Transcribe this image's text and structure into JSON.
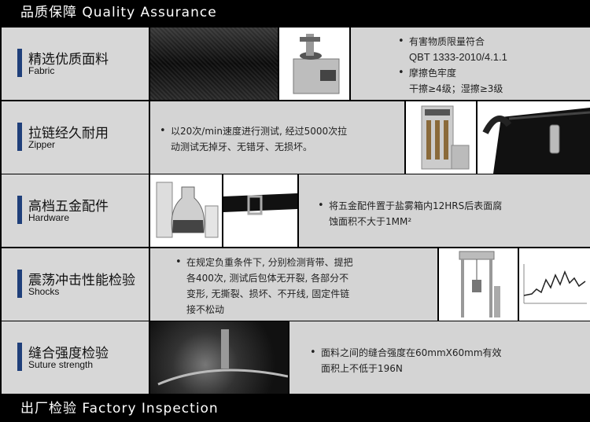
{
  "header": {
    "title": "品质保障  Quality Assurance"
  },
  "footer": {
    "title": "出厂检验  Factory Inspection"
  },
  "rows": [
    {
      "cn": "精选优质面料",
      "en": "Fabric",
      "bullets": [
        "有害物质限量符合",
        "QBT 1333-2010/4.1.1",
        "摩擦色牢度",
        "干擦≥4级；湿擦≥3级"
      ]
    },
    {
      "cn": "拉链经久耐用",
      "en": "Zipper",
      "bullets": [
        "以20次/min速度进行测试, 经过5000次拉",
        "动测试无掉牙、无错牙、无损坏。"
      ]
    },
    {
      "cn": "高档五金配件",
      "en": "Hardware",
      "bullets": [
        "将五金配件置于盐雾箱内12HRS后表面腐",
        "蚀面积不大于1MM²"
      ]
    },
    {
      "cn": "震荡冲击性能检验",
      "en": "Shocks",
      "bullets": [
        "在规定负重条件下, 分别检测背带、提把",
        "各400次, 测试后包体无开裂, 各部分不",
        "变形, 无撕裂、损坏、不开线, 固定件链",
        "接不松动"
      ]
    },
    {
      "cn": "缝合强度检验",
      "en": "Suture strength",
      "bullets": [
        "面料之间的缝合强度在60mmX60mm有效",
        "面积上不低于196N"
      ]
    }
  ]
}
